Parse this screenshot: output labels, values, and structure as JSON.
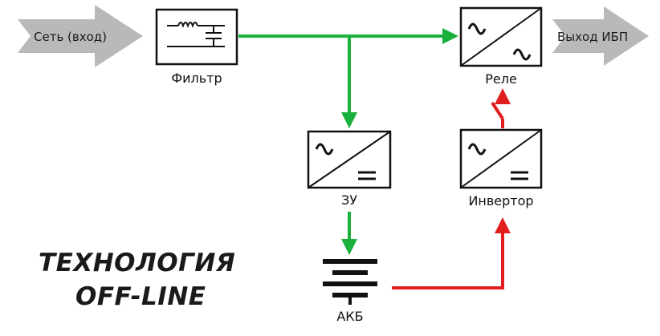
{
  "input_label": "Сеть (вход)",
  "output_label": "Выход ИБП",
  "blocks": {
    "filter": "Фильтр",
    "relay": "Реле",
    "charger": "ЗУ",
    "inverter": "Инвертор",
    "battery": "АКБ"
  },
  "title": {
    "line1": "ТЕХНОЛОГИЯ",
    "line2": "OFF-LINE"
  },
  "colors": {
    "input_path": "#1ab03c",
    "battery_path": "#e11d1d",
    "arrow_shape": "#b9b9b9",
    "box_border": "#111111"
  },
  "icons": {
    "ac": "tilde-wave-icon",
    "dc": "equals-dc-icon",
    "filter": "lc-filter-icon",
    "battery": "battery-cells-icon",
    "switch": "open-switch-icon"
  }
}
